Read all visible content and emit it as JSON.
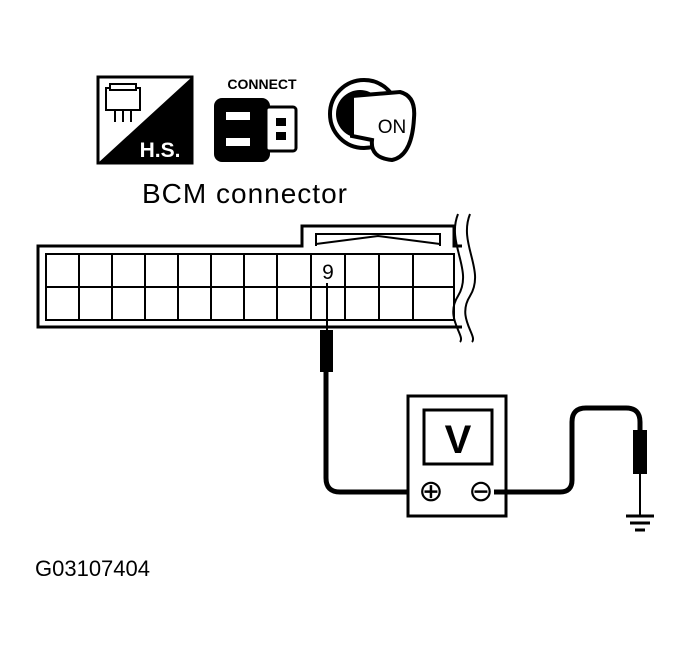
{
  "icons": {
    "harness_side": {
      "name": "harness-side-icon",
      "label": "H.S."
    },
    "connect": {
      "name": "connector-connect-icon",
      "label": "CONNECT"
    },
    "ignition": {
      "name": "ignition-key-icon",
      "label": "ON"
    }
  },
  "connector": {
    "caption": "BCM connector",
    "pin_label": "9"
  },
  "meter": {
    "symbol": "V",
    "positive": "⊕",
    "negative": "⊖"
  },
  "figure_id": "G03107404",
  "colors": {
    "ink": "#000000",
    "paper": "#ffffff"
  }
}
